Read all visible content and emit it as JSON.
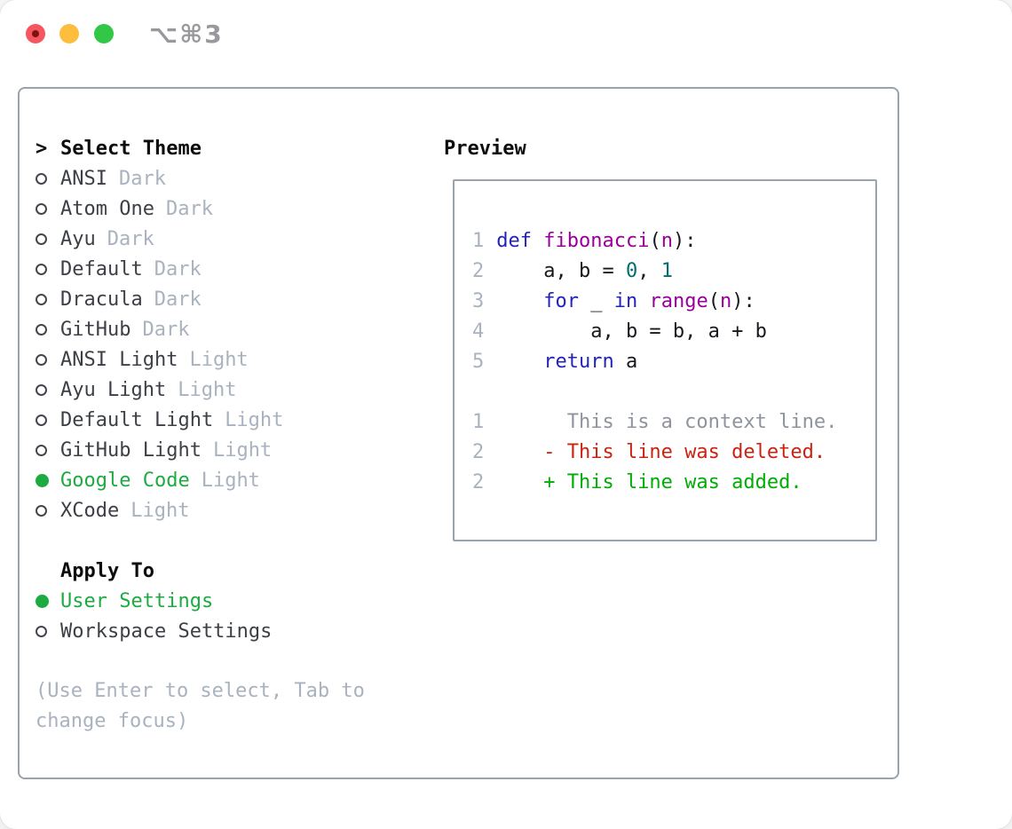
{
  "window": {
    "title_shortcut": "⌥⌘3"
  },
  "colors": {
    "selection_green": "#1cab41",
    "added_green": "#00ac06",
    "deleted_red": "#cc2211",
    "keyword_blue": "#2323bb",
    "function_purple": "#990099",
    "literal_teal": "#006e6e",
    "muted_gray": "#a9b2bf",
    "panel_border": "#9aa3ad",
    "traffic_red": "#f6565f",
    "traffic_yellow": "#fcbe3c",
    "traffic_green": "#33c748"
  },
  "theme_panel": {
    "header_marker": ">",
    "header": "Select Theme",
    "items": [
      {
        "name": "ANSI",
        "variant": "Dark",
        "selected": false
      },
      {
        "name": "Atom One",
        "variant": "Dark",
        "selected": false
      },
      {
        "name": "Ayu",
        "variant": "Dark",
        "selected": false
      },
      {
        "name": "Default",
        "variant": "Dark",
        "selected": false
      },
      {
        "name": "Dracula",
        "variant": "Dark",
        "selected": false
      },
      {
        "name": "GitHub",
        "variant": "Dark",
        "selected": false
      },
      {
        "name": "ANSI Light",
        "variant": "Light",
        "selected": false
      },
      {
        "name": "Ayu Light",
        "variant": "Light",
        "selected": false
      },
      {
        "name": "Default Light",
        "variant": "Light",
        "selected": false
      },
      {
        "name": "GitHub Light",
        "variant": "Light",
        "selected": false
      },
      {
        "name": "Google Code",
        "variant": "Light",
        "selected": true
      },
      {
        "name": "XCode",
        "variant": "Light",
        "selected": false
      }
    ]
  },
  "apply_panel": {
    "header": "Apply To",
    "items": [
      {
        "name": "User Settings",
        "selected": true
      },
      {
        "name": "Workspace Settings",
        "selected": false
      }
    ]
  },
  "help_text": "(Use Enter to select, Tab to change focus)",
  "preview": {
    "header": "Preview",
    "code_lines": [
      {
        "num": "1",
        "segments": [
          {
            "t": "def",
            "c": "kwd"
          },
          {
            "t": " ",
            "c": "pln"
          },
          {
            "t": "fibonacci",
            "c": "typ"
          },
          {
            "t": "(",
            "c": "pln"
          },
          {
            "t": "n",
            "c": "typ"
          },
          {
            "t": "):",
            "c": "pln"
          }
        ]
      },
      {
        "num": "2",
        "segments": [
          {
            "t": "    a, b = ",
            "c": "pln"
          },
          {
            "t": "0",
            "c": "lit"
          },
          {
            "t": ", ",
            "c": "pln"
          },
          {
            "t": "1",
            "c": "lit"
          }
        ]
      },
      {
        "num": "3",
        "segments": [
          {
            "t": "    ",
            "c": "pln"
          },
          {
            "t": "for",
            "c": "kwd"
          },
          {
            "t": " _ ",
            "c": "pln"
          },
          {
            "t": "in",
            "c": "kwd"
          },
          {
            "t": " ",
            "c": "pln"
          },
          {
            "t": "range",
            "c": "typ"
          },
          {
            "t": "(",
            "c": "pln"
          },
          {
            "t": "n",
            "c": "typ"
          },
          {
            "t": "):",
            "c": "pln"
          }
        ]
      },
      {
        "num": "4",
        "segments": [
          {
            "t": "        a, b = b, a + b",
            "c": "pln"
          }
        ]
      },
      {
        "num": "5",
        "segments": [
          {
            "t": "    ",
            "c": "pln"
          },
          {
            "t": "return",
            "c": "kwd"
          },
          {
            "t": " a",
            "c": "pln"
          }
        ]
      }
    ],
    "diff_lines": [
      {
        "num": "1",
        "text": "      This is a context line.",
        "kind": "ctx"
      },
      {
        "num": "2",
        "text": "    - This line was deleted.",
        "kind": "del"
      },
      {
        "num": "2",
        "text": "    + This line was added.",
        "kind": "add"
      }
    ]
  }
}
